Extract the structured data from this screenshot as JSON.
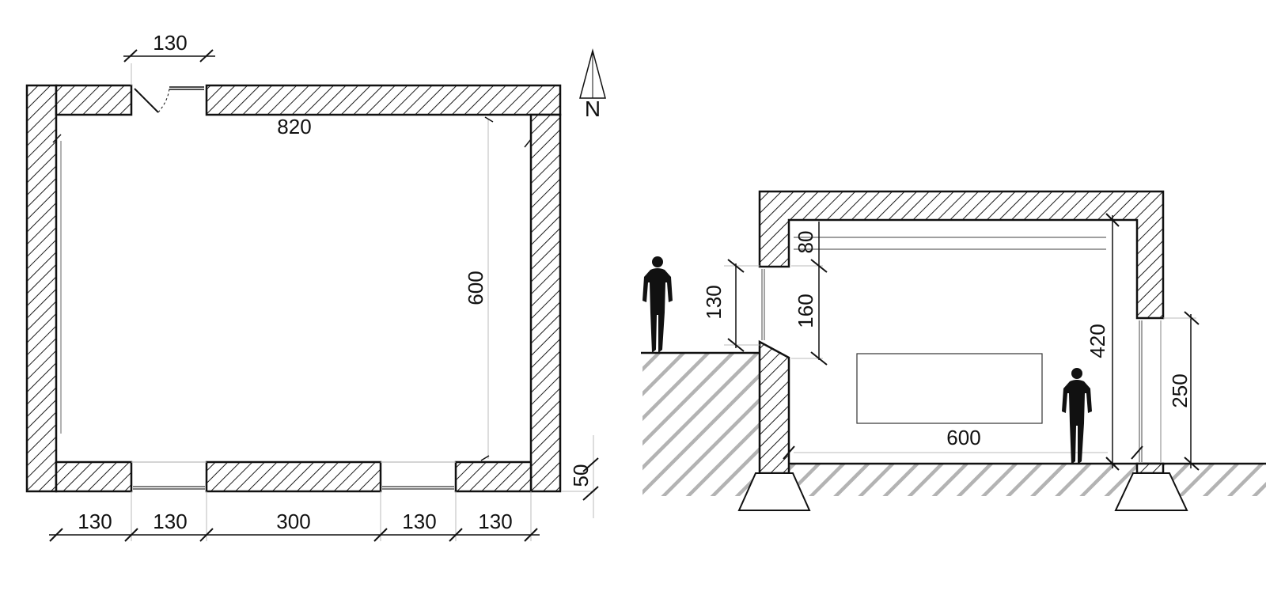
{
  "plan": {
    "north_label": "N",
    "dims": {
      "door_top": "130",
      "length_inner": "820",
      "width_inner": "600",
      "wall_thickness": "50",
      "bottom_1": "130",
      "bottom_2": "130",
      "bottom_3": "300",
      "bottom_4": "130",
      "bottom_5": "130"
    }
  },
  "section": {
    "dims": {
      "window_left": "130",
      "clerestory": "80",
      "glazing": "160",
      "height_inner": "420",
      "opening_right": "250",
      "span": "600"
    }
  },
  "colors": {
    "line": "#111111",
    "ground_hatch": "#b3b3b3"
  }
}
